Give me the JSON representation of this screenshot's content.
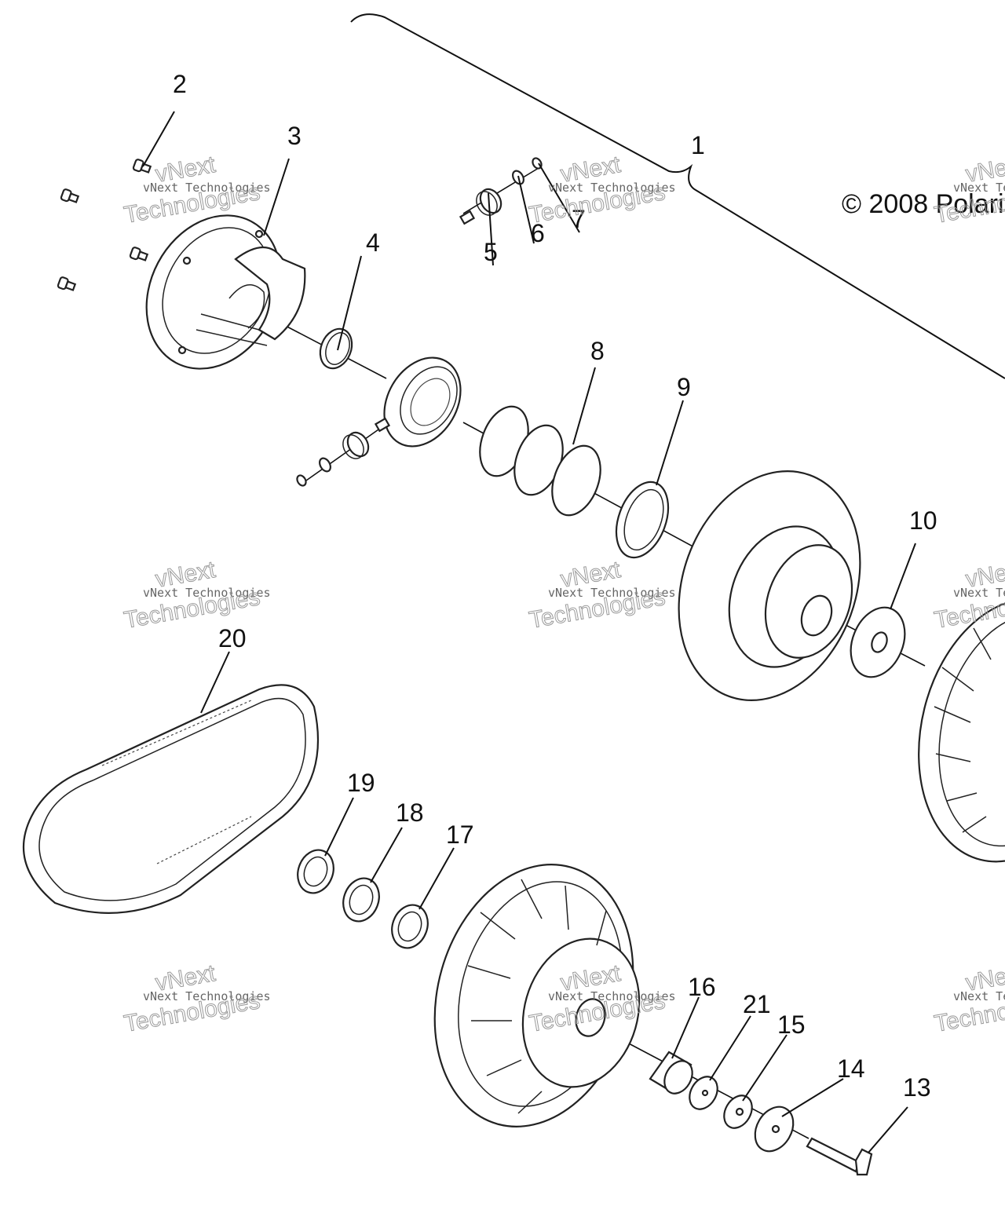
{
  "callouts": [
    {
      "id": "1",
      "label": "1"
    },
    {
      "id": "2",
      "label": "2"
    },
    {
      "id": "3",
      "label": "3"
    },
    {
      "id": "4",
      "label": "4"
    },
    {
      "id": "5",
      "label": "5"
    },
    {
      "id": "6",
      "label": "6"
    },
    {
      "id": "7",
      "label": "7"
    },
    {
      "id": "8",
      "label": "8"
    },
    {
      "id": "9",
      "label": "9"
    },
    {
      "id": "10",
      "label": "10"
    },
    {
      "id": "13",
      "label": "13"
    },
    {
      "id": "14",
      "label": "14"
    },
    {
      "id": "15",
      "label": "15"
    },
    {
      "id": "16",
      "label": "16"
    },
    {
      "id": "17",
      "label": "17"
    },
    {
      "id": "18",
      "label": "18"
    },
    {
      "id": "19",
      "label": "19"
    },
    {
      "id": "20",
      "label": "20"
    },
    {
      "id": "21",
      "label": "21"
    }
  ],
  "copyright": "© 2008 Polaris",
  "watermark": {
    "line1": "vNext",
    "line2": "vNext Technologies",
    "line3": "Technologies"
  },
  "colors": {
    "ink": "#222222",
    "watermark": "#9a9a9a",
    "background": "#ffffff"
  }
}
